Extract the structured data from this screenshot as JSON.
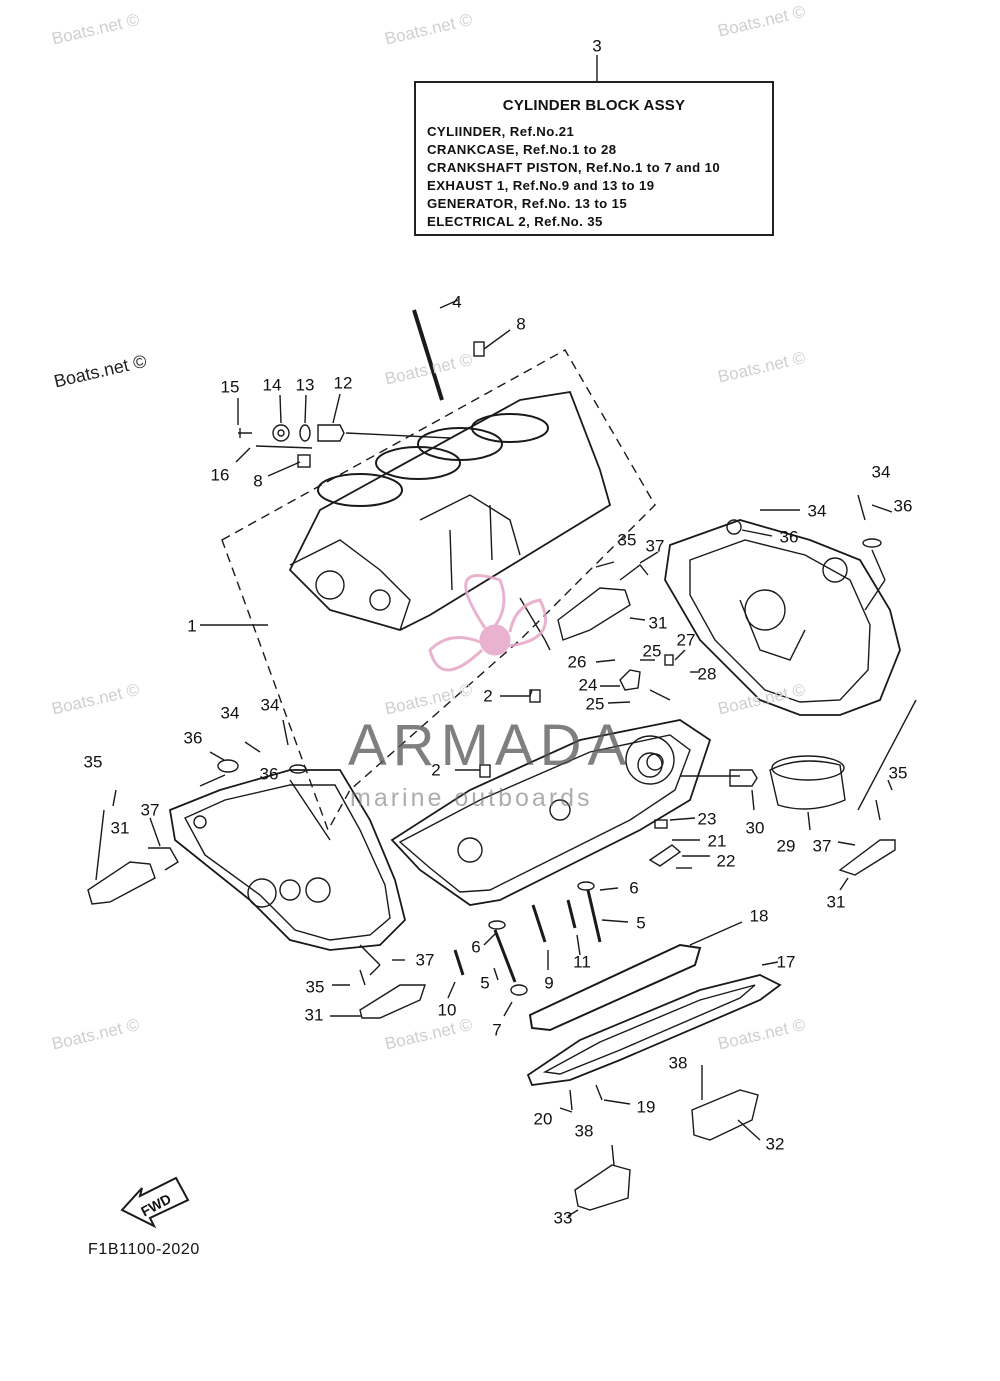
{
  "legend": {
    "ref_no": "3",
    "title": "CYLINDER BLOCK ASSY",
    "lines": [
      "CYLIINDER, Ref.No.21",
      "CRANKCASE, Ref.No.1 to 28",
      "CRANKSHAFT PISTON, Ref.No.1 to 7 and 10",
      "EXHAUST 1, Ref.No.9 and 13 to 19",
      "GENERATOR, Ref.No. 13 to 15",
      "ELECTRICAL 2, Ref.No. 35"
    ]
  },
  "watermark": {
    "text": "Boats.net ©",
    "brand": "ARMADA",
    "brand_sub": "marine outboards",
    "brand_color": "#e6a6c8"
  },
  "diagram_code": "F1B1100-2020",
  "fwd_label": "FWD",
  "refs": [
    "4",
    "8",
    "15",
    "14",
    "13",
    "12",
    "16",
    "8",
    "35",
    "37",
    "34",
    "34",
    "36",
    "36",
    "1",
    "31",
    "26",
    "27",
    "25",
    "28",
    "24",
    "2",
    "25",
    "2",
    "34",
    "34",
    "36",
    "36",
    "35",
    "37",
    "31",
    "30",
    "29",
    "35",
    "37",
    "31",
    "23",
    "21",
    "22",
    "6",
    "5",
    "6",
    "5",
    "9",
    "11",
    "10",
    "7",
    "18",
    "17",
    "37",
    "35",
    "31",
    "38",
    "19",
    "20",
    "32",
    "38",
    "33"
  ]
}
